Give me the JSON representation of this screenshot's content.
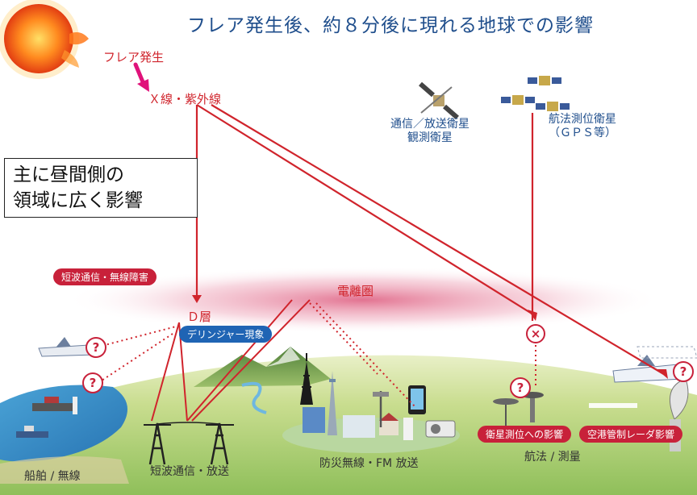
{
  "title": "フレア発生後、約８分後に現れる地球での影響",
  "flare_label": "フレア発生",
  "rays_label": "Ｘ線・紫外線",
  "callout": {
    "line1": "主に昼間側の",
    "line2": "領域に広く影響"
  },
  "satellites": {
    "comm": {
      "line1": "通信／放送衛星",
      "line2": "観測衛星"
    },
    "gps": {
      "line1": "航法測位衛星",
      "line2": "（ＧＰＳ等）"
    }
  },
  "ionosphere_label": "電離圏",
  "d_layer_label": "Ｄ層",
  "badges": {
    "shortwave_disruption": "短波通信・無線障害",
    "dellinger": "デリンジャー現象",
    "positioning": "衛星測位への影響",
    "radar": "空港管制レーダ影響"
  },
  "ground_labels": {
    "ship": "船舶 / 無線",
    "shortwave": "短波通信・放送",
    "disaster": "防災無線・FM 放送",
    "navigation": "航法 / 測量"
  },
  "markers": {
    "question": "?",
    "cross": "×"
  },
  "colors": {
    "accent_red": "#d0242c",
    "title_blue": "#1f4e8c",
    "badge_red": "#c8213a",
    "badge_blue": "#1f64b4"
  }
}
